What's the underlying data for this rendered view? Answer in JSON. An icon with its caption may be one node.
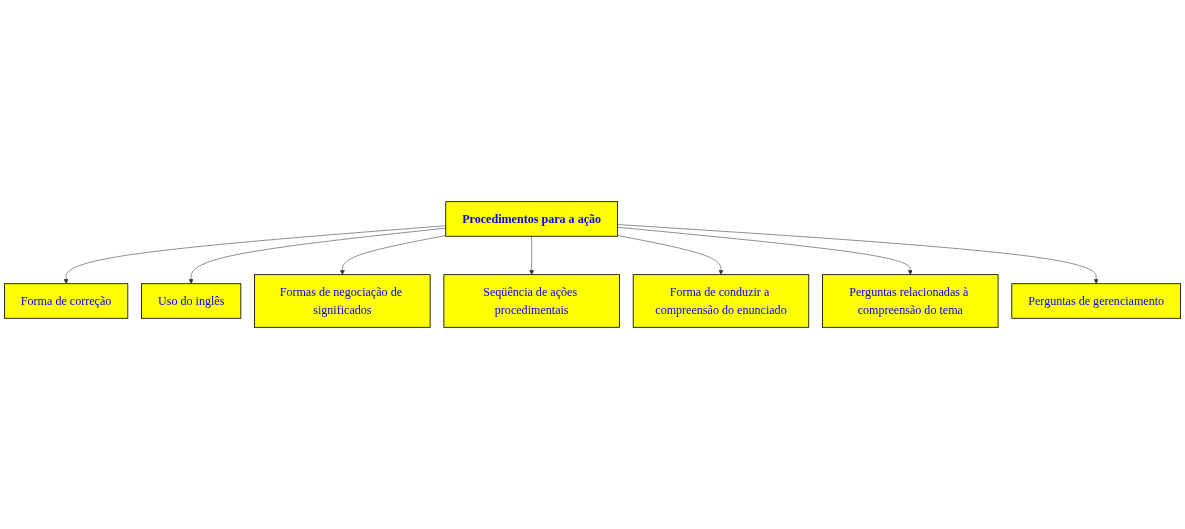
{
  "diagram": {
    "nodes": [
      {
        "text": [
          "Forma de correção"
        ]
      },
      {
        "text": [
          "Uso do inglês"
        ]
      },
      {
        "text": [
          "Formas de negociação de significados"
        ]
      },
      {
        "text": [
          "Procedimentos para a ação"
        ]
      },
      {
        "text": [
          "Seqüência de ações procedimentais"
        ]
      },
      {
        "text": [
          "Forma de conduzir a compreensão do enunciado"
        ]
      },
      {
        "text": [
          "Perguntas relacionadas à compreensão do tema"
        ]
      },
      {
        "text": [
          "Perguntas de gerenciamento"
        ]
      }
    ],
    "edges": [
      {
        "from": 3,
        "to": 0,
        "arrow": "to"
      },
      {
        "from": 3,
        "to": 1,
        "arrow": "to"
      },
      {
        "from": 3,
        "to": 2,
        "arrow": "to"
      },
      {
        "from": 3,
        "to": 4,
        "arrow": "to"
      },
      {
        "from": 3,
        "to": 5,
        "arrow": "to"
      },
      {
        "from": 3,
        "to": 6,
        "arrow": "to"
      },
      {
        "from": 3,
        "to": 7,
        "arrow": "to"
      }
    ]
  }
}
